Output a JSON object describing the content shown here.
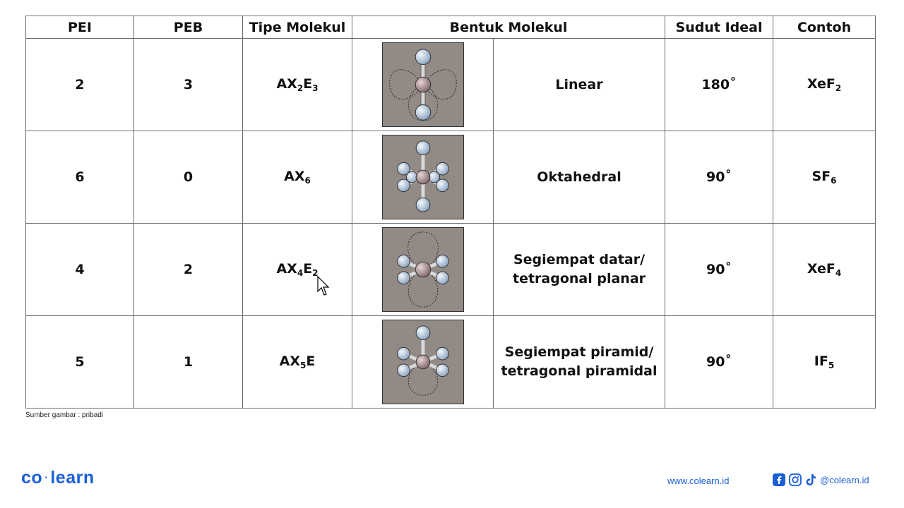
{
  "headers": [
    "PEI",
    "PEB",
    "Tipe Molekul",
    "Bentuk Molekul",
    "Sudut Ideal",
    "Contoh"
  ],
  "rows": [
    {
      "pei": "2",
      "peb": "3",
      "tipe": [
        {
          "t": "AX"
        },
        {
          "s": "2"
        },
        {
          "t": "E"
        },
        {
          "s": "3"
        }
      ],
      "shape_lines": [
        "Linear"
      ],
      "sudut": "180˚",
      "contoh": [
        {
          "t": "XeF"
        },
        {
          "s": "2"
        }
      ]
    },
    {
      "pei": "6",
      "peb": "0",
      "tipe": [
        {
          "t": "AX"
        },
        {
          "s": "6"
        }
      ],
      "shape_lines": [
        "Oktahedral"
      ],
      "sudut": "90˚",
      "contoh": [
        {
          "t": "SF"
        },
        {
          "s": "6"
        }
      ]
    },
    {
      "pei": "4",
      "peb": "2",
      "tipe": [
        {
          "t": "AX"
        },
        {
          "s": "4"
        },
        {
          "t": "E"
        },
        {
          "s": "2"
        }
      ],
      "shape_lines": [
        "Segiempat datar/",
        "tetragonal planar"
      ],
      "sudut": "90˚",
      "contoh": [
        {
          "t": "XeF"
        },
        {
          "s": "4"
        }
      ]
    },
    {
      "pei": "5",
      "peb": "1",
      "tipe": [
        {
          "t": "AX"
        },
        {
          "s": "5"
        },
        {
          "t": "E"
        }
      ],
      "shape_lines": [
        "Segiempat piramid/",
        "tetragonal piramidal"
      ],
      "sudut": "90˚",
      "contoh": [
        {
          "t": "IF"
        },
        {
          "s": "5"
        }
      ]
    }
  ],
  "source_note": "Sumber gambar : pribadi",
  "footer": {
    "brand_left": "co",
    "brand_dot": "·",
    "brand_right": "learn",
    "url": "www.colearn.id",
    "handle": "@colearn.id"
  },
  "colors": {
    "brand": "#1a5fd6",
    "model_bg": "#928a85",
    "atom_outer": "#b9cde3",
    "atom_center": "#a58a8a"
  },
  "icons": [
    "facebook-icon",
    "instagram-icon",
    "tiktok-icon",
    "mouse-cursor-icon"
  ]
}
